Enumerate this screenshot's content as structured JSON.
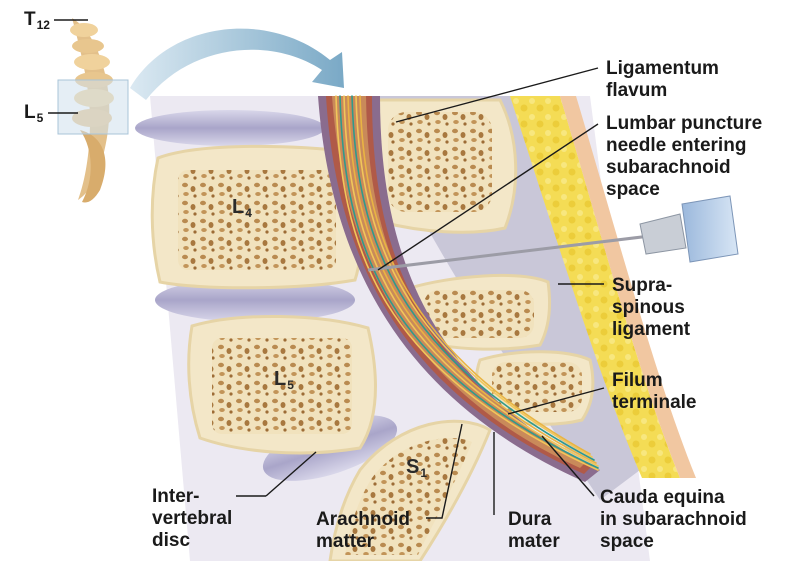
{
  "labels": {
    "t12": {
      "base": "T",
      "sub": "12"
    },
    "l5_small": {
      "base": "L",
      "sub": "5"
    },
    "l4": {
      "base": "L",
      "sub": "4"
    },
    "l5": {
      "base": "L",
      "sub": "5"
    },
    "s1": {
      "base": "S",
      "sub": "1"
    },
    "ligamentum_flavum": [
      "Ligamentum",
      "flavum"
    ],
    "lumbar_puncture": [
      "Lumbar puncture",
      "needle entering",
      "subarachnoid",
      "space"
    ],
    "supraspinous": [
      "Supra-",
      "spinous",
      "ligament"
    ],
    "filum_terminale": [
      "Filum",
      "terminale"
    ],
    "cauda_equina": [
      "Cauda equina",
      "in subarachnoid",
      "space"
    ],
    "dura_mater": [
      "Dura",
      "mater"
    ],
    "arachnoid": [
      "Arachnoid",
      "matter"
    ],
    "intervertebral_disc": [
      "Inter-",
      "vertebral",
      "disc"
    ]
  },
  "colors": {
    "bone": "#f5ecd2",
    "bone_spongy": "#b9894c",
    "disc": "#cbc8e0",
    "ligament": "#b6b6c8",
    "fat": "#f3d84a",
    "dura": "#8a6a8a",
    "cauda": "#e8b24a",
    "needle": "#a8a8b0",
    "arrow": "#8fb7cf"
  }
}
